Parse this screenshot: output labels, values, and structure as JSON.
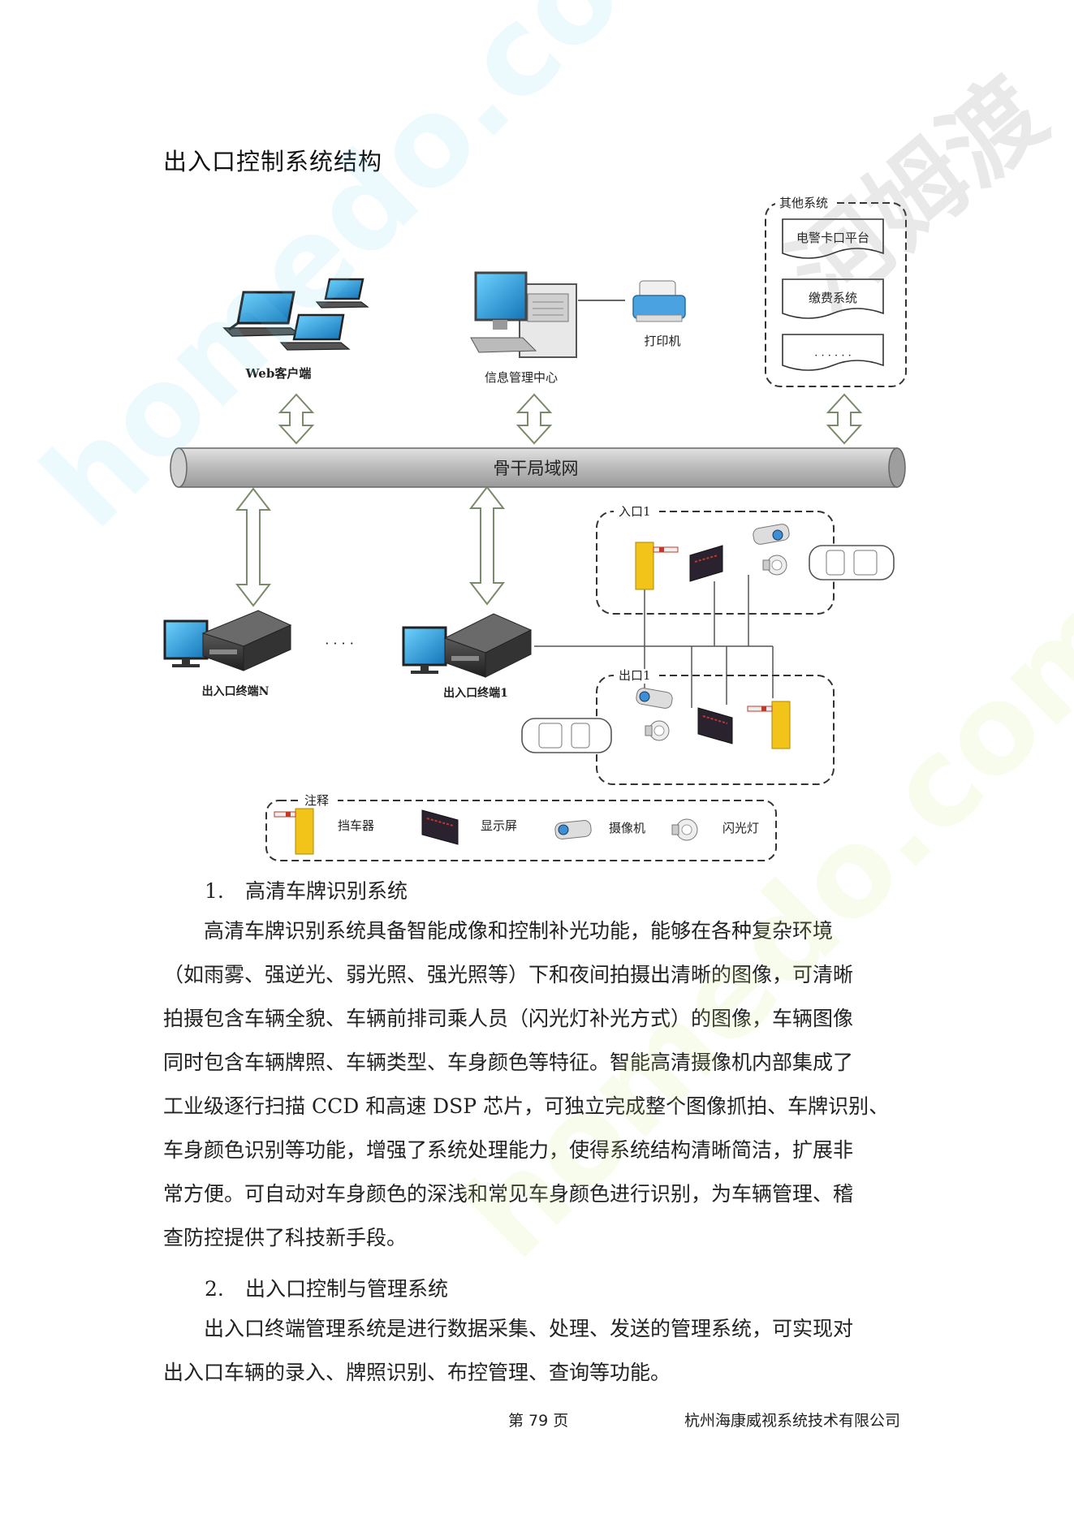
{
  "page": {
    "title": "出入口控制系统结构",
    "footer": {
      "page_number": "第 79 页",
      "company": "杭州海康威视系统技术有限公司"
    }
  },
  "diagram": {
    "other_systems": {
      "label": "其他系统",
      "items": [
        "电警卡口平台",
        "缴费系统",
        "· · · · · ·"
      ]
    },
    "web_client": "Web客户端",
    "info_center": "信息管理中心",
    "printer": "打印机",
    "backbone": "骨干局域网",
    "terminal_n": "出入口终端N",
    "ellipsis": "· · · ·",
    "terminal_1": "出入口终端1",
    "entrance": "入口1",
    "exit": "出口1",
    "legend": {
      "title": "注释",
      "items": [
        {
          "icon": "barrier-gate-icon",
          "label": "挡车器"
        },
        {
          "icon": "display-screen-icon",
          "label": "显示屏"
        },
        {
          "icon": "camera-icon",
          "label": "摄像机"
        },
        {
          "icon": "flash-light-icon",
          "label": "闪光灯"
        }
      ]
    }
  },
  "sections": [
    {
      "number": "1.",
      "heading": "高清车牌识别系统",
      "lines": [
        "高清车牌识别系统具备智能成像和控制补光功能，能够在各种复杂环境",
        "（如雨雾、强逆光、弱光照、强光照等）下和夜间拍摄出清晰的图像，可清晰",
        "拍摄包含车辆全貌、车辆前排司乘人员（闪光灯补光方式）的图像，车辆图像",
        "同时包含车辆牌照、车辆类型、车身颜色等特征。智能高清摄像机内部集成了",
        "工业级逐行扫描 CCD 和高速 DSP 芯片，可独立完成整个图像抓拍、车牌识别、",
        "车身颜色识别等功能，增强了系统处理能力，使得系统结构清晰简洁，扩展非",
        "常方便。可自动对车身颜色的深浅和常见车身颜色进行识别，为车辆管理、稽",
        "查防控提供了科技新手段。"
      ]
    },
    {
      "number": "2.",
      "heading": "出入口控制与管理系统",
      "lines": [
        "出入口终端管理系统是进行数据采集、处理、发送的管理系统，可实现对",
        "出入口车辆的录入、牌照识别、布控管理、查询等功能。"
      ]
    }
  ],
  "watermark": {
    "text_a": "homedo.com",
    "text_b": "河姆渡"
  },
  "colors": {
    "barrier_yellow": "#f2c318",
    "screen_dark": "#2b2230",
    "screen_red": "#c0392b",
    "monitor_blue": "#1e9ad6",
    "backbone_gray": "#b8b8b8"
  }
}
